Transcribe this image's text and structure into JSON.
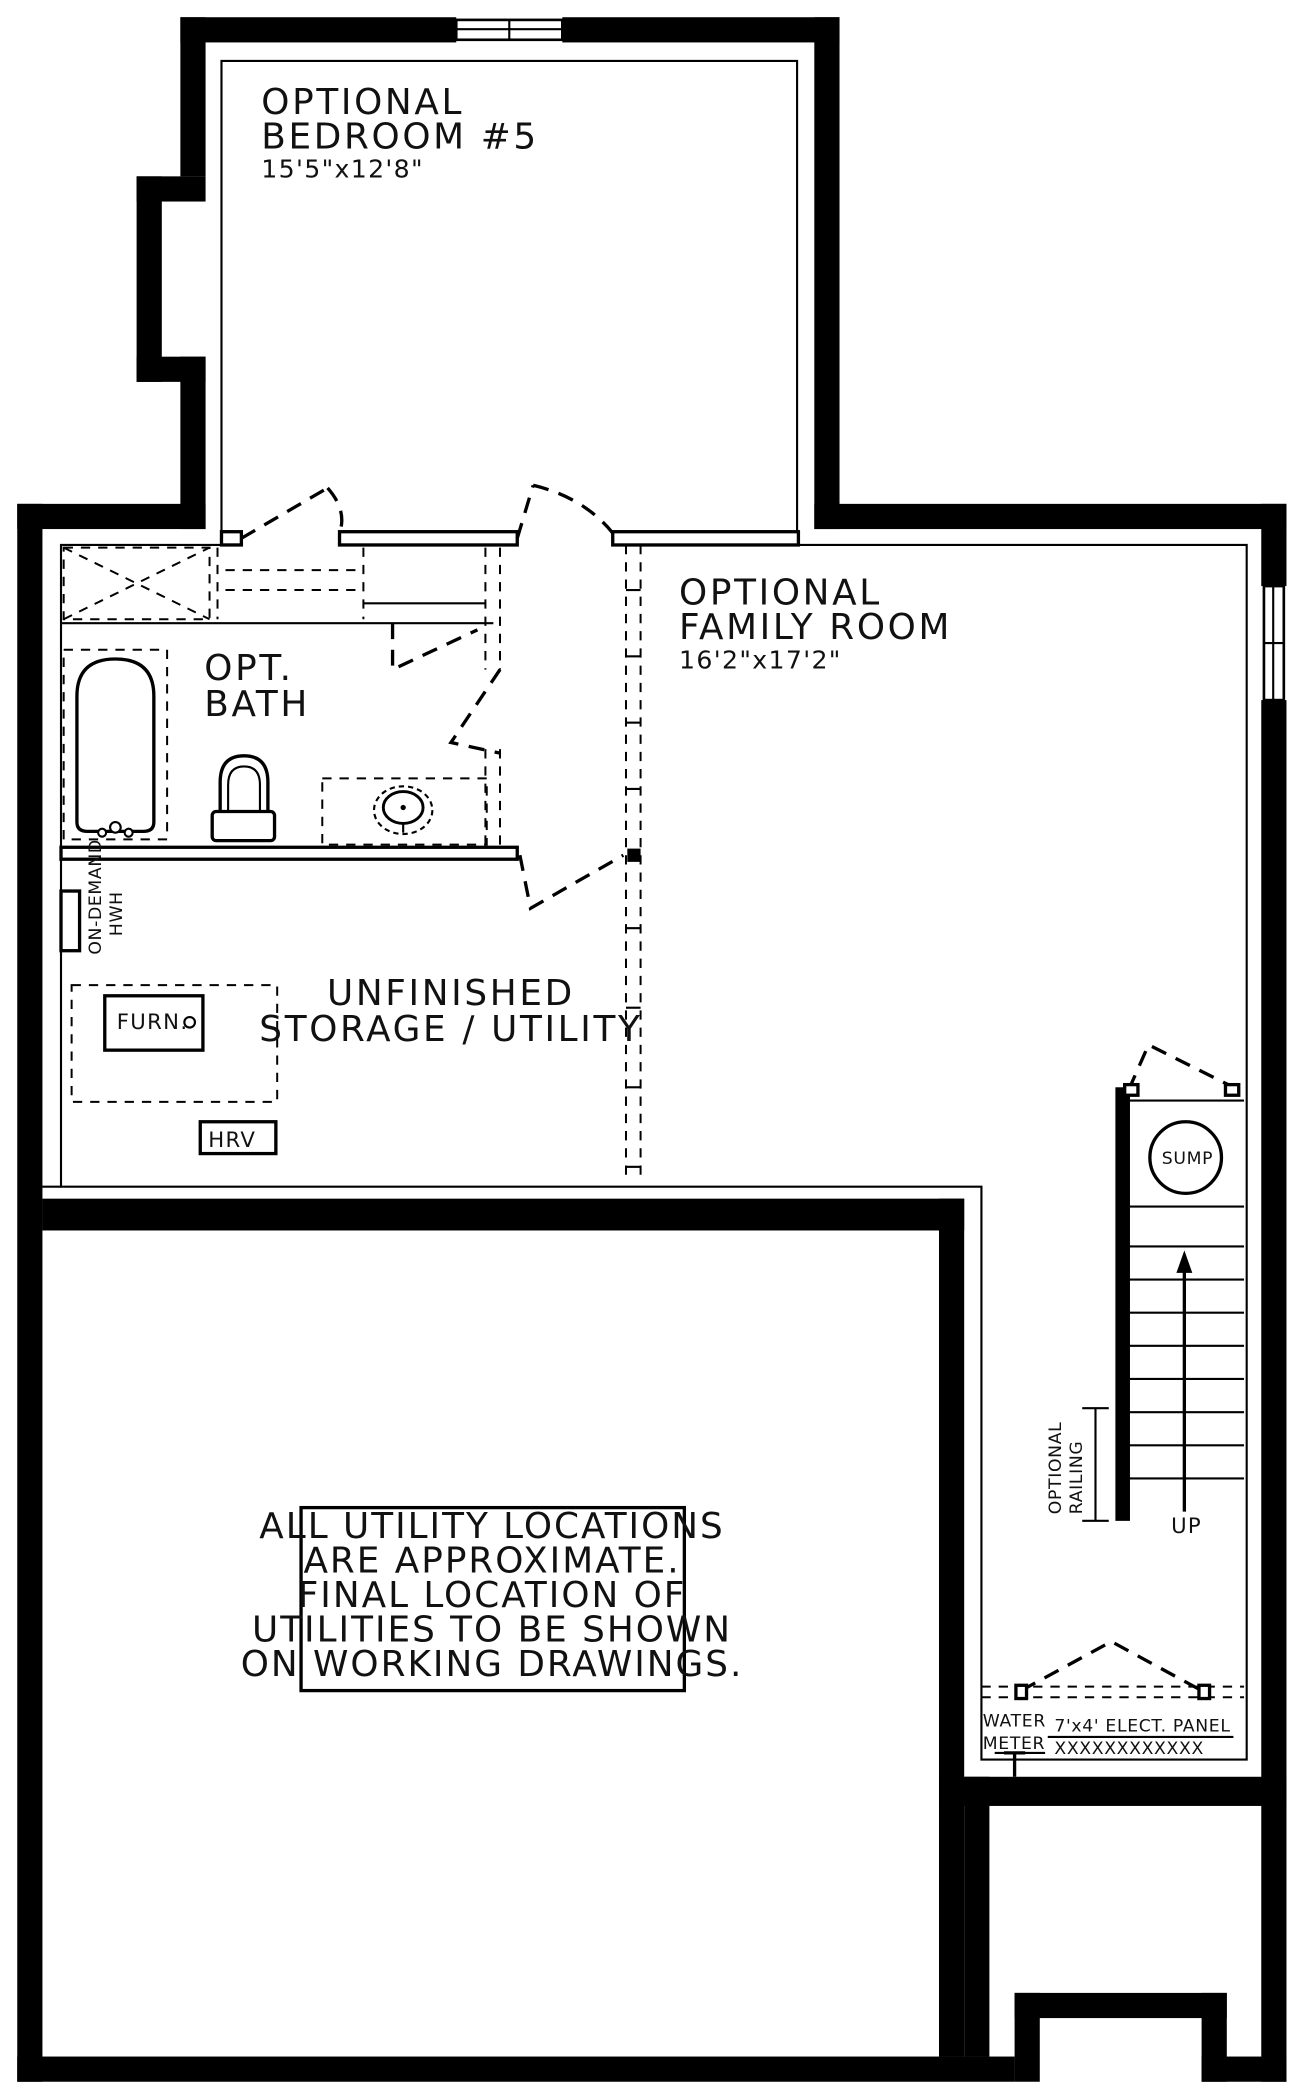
{
  "rooms": {
    "bedroom": {
      "line1": "OPTIONAL",
      "line2": "BEDROOM #5",
      "dims": "15'5\"x12'8\""
    },
    "family": {
      "line1": "OPTIONAL",
      "line2": "FAMILY ROOM",
      "dims": "16'2\"x17'2\""
    },
    "bath": {
      "line1": "OPT.",
      "line2": "BATH"
    },
    "storage": {
      "line1": "UNFINISHED",
      "line2": "STORAGE / UTILITY"
    }
  },
  "equipment": {
    "hwh_line1": "ON-DEMAND",
    "hwh_line2": "HWH",
    "furnace": "FURN.",
    "hrv": "HRV",
    "sump": "SUMP",
    "stairs_up": "UP",
    "railing_line1": "OPTIONAL",
    "railing_line2": "RAILING",
    "water_meter_line1": "WATER",
    "water_meter_line2": "METER",
    "elect_panel": "7'x4' ELECT. PANEL",
    "elect_panel_marks": "XXXXXXXXXXXX"
  },
  "note": {
    "lines": [
      "ALL UTILITY LOCATIONS",
      "ARE APPROXIMATE.",
      "FINAL LOCATION OF",
      "UTILITIES TO BE SHOWN",
      "ON WORKING DRAWINGS."
    ]
  }
}
